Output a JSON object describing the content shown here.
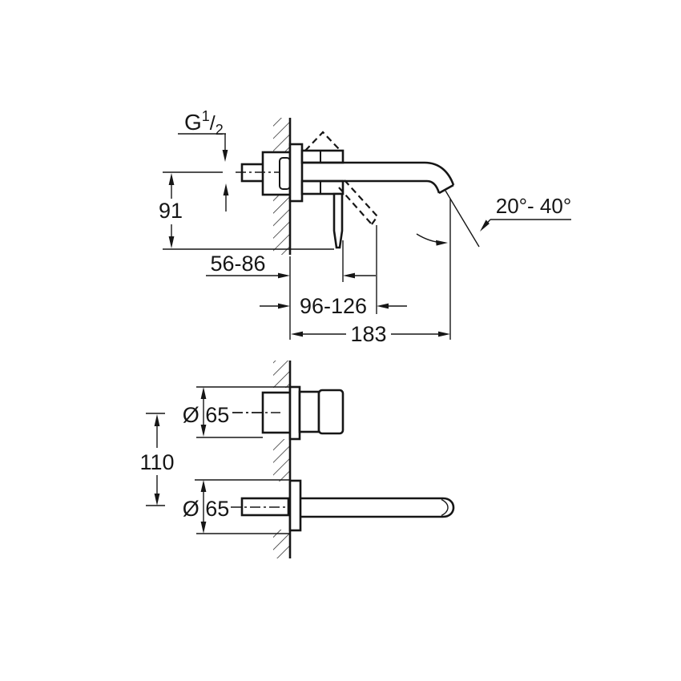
{
  "drawing": {
    "top_view": {
      "thread": {
        "letter": "G",
        "numerator": "1",
        "slash": "/",
        "denominator": "2"
      },
      "dim_height": "91",
      "dim_depth_range": "56-86",
      "dim_lever_range": "96-126",
      "dim_spout_length": "183",
      "dim_spout_angle": "20°- 40°"
    },
    "bottom_view": {
      "dim_handle_diameter": "Ø 65",
      "dim_spout_diameter": "Ø 65",
      "dim_center_distance": "110"
    }
  },
  "colors": {
    "line": "#161616",
    "background": "#ffffff"
  }
}
